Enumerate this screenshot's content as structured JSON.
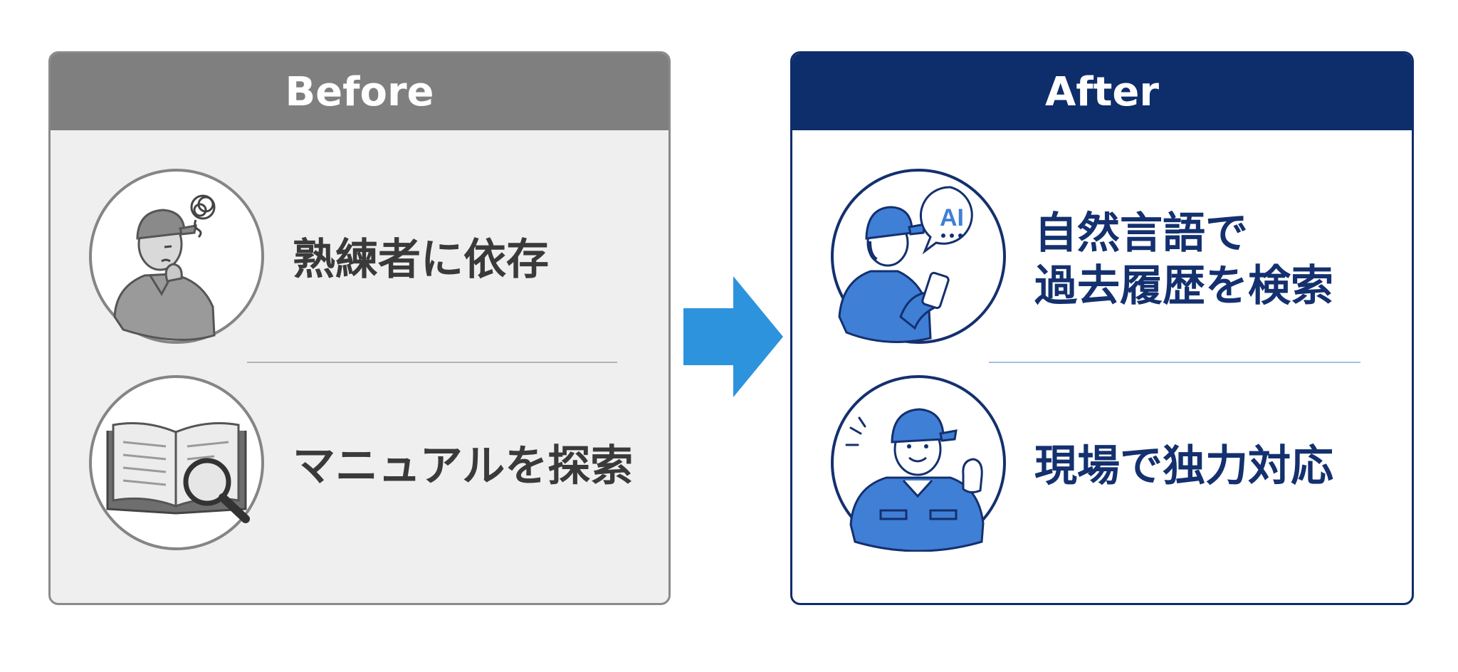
{
  "before": {
    "header": "Before",
    "items": [
      {
        "label_lines": [
          "熟練者に依存"
        ],
        "icon": "worried-worker-icon"
      },
      {
        "label_lines": [
          "マニュアルを探索"
        ],
        "icon": "manual-search-icon"
      }
    ]
  },
  "after": {
    "header": "After",
    "items": [
      {
        "label_lines": [
          "自然言語で",
          "過去履歴を検索"
        ],
        "icon": "worker-ai-phone-icon",
        "ai_bubble": "AI"
      },
      {
        "label_lines": [
          "現場で独力対応"
        ],
        "icon": "confident-worker-icon"
      }
    ]
  },
  "colors": {
    "before_header": "#7f7f80",
    "after_header": "#0e2d6b",
    "arrow": "#2d93dc",
    "after_icon_fill": "#3f7fd6"
  }
}
